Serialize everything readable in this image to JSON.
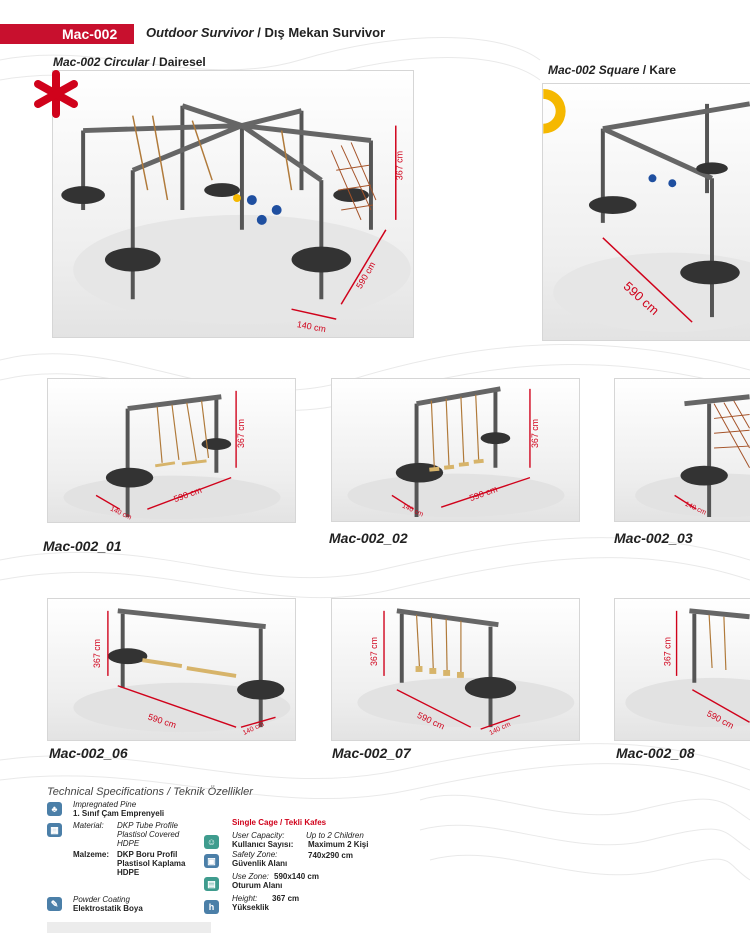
{
  "header": {
    "code": "Mac-002",
    "title_italic": "Outdoor Survivor",
    "separator": "/",
    "title_plain": "Dış Mekan Survivor"
  },
  "views": {
    "circular": {
      "label_italic": "Mac-002 Circular",
      "label_plain": "/ Dairesel",
      "height_dim": "367 cm",
      "width_dim": "590 cm",
      "depth_dim": "140 cm"
    },
    "square": {
      "label_italic": "Mac-002 Square",
      "label_plain": "/ Kare",
      "width_dim": "590 cm"
    }
  },
  "variants": [
    {
      "label": "Mac-002_01",
      "height_dim": "367 cm",
      "width_dim": "590 cm",
      "depth_dim": "140 cm"
    },
    {
      "label": "Mac-002_02",
      "height_dim": "367 cm",
      "width_dim": "590 cm",
      "depth_dim": "140 cm"
    },
    {
      "label": "Mac-002_03",
      "height_dim": "",
      "width_dim": "",
      "depth_dim": "140 cm"
    },
    {
      "label": "Mac-002_06",
      "height_dim": "367 cm",
      "width_dim": "590 cm",
      "depth_dim": "140 cm"
    },
    {
      "label": "Mac-002_07",
      "height_dim": "367 cm",
      "width_dim": "590 cm",
      "depth_dim": "140 cm"
    },
    {
      "label": "Mac-002_08",
      "height_dim": "367 cm",
      "width_dim": "590 cm",
      "depth_dim": ""
    }
  ],
  "specs": {
    "title_en": "Technical Specifications",
    "title_sep": "/",
    "title_tr": "Teknik Özellikler",
    "wood_en": "Impregnated Pine",
    "wood_tr": "1. Sınıf Çam Emprenyeli",
    "material_label_en": "Material:",
    "material_en_1": "DKP Tube Profile",
    "material_en_2": "Plastisol Covered",
    "material_en_3": "HDPE",
    "material_label_tr": "Malzeme:",
    "material_tr_1": "DKP Boru Profil",
    "material_tr_2": "Plastisol Kaplama",
    "material_tr_3": "HDPE",
    "coating_en": "Powder Coating",
    "coating_tr": "Elektrostatik Boya",
    "cage": "Single Cage / Tekli Kafes",
    "capacity_label_en": "User Capacity:",
    "capacity_en": "Up to 2 Children",
    "capacity_label_tr": "Kullanıcı Sayısı:",
    "capacity_tr": "Maximum 2 Kişi",
    "safety_label_en": "Safety Zone:",
    "safety_value": "740x290 cm",
    "safety_label_tr": "Güvenlik Alanı",
    "use_label_en": "Use Zone:",
    "use_value": "590x140 cm",
    "use_label_tr": "Oturum Alanı",
    "height_label_en": "Height:",
    "height_value": "367 cm",
    "height_label_tr": "Yükseklik"
  },
  "colors": {
    "brand_red": "#c8102e",
    "accent_yellow": "#f5b800",
    "icon_blue": "#4b7fa8",
    "dimension_red": "#d0021b"
  },
  "icons": [
    "asterisk-icon",
    "pine-icon",
    "material-icon",
    "coating-icon",
    "capacity-icon",
    "safety-zone-icon",
    "use-zone-icon",
    "height-icon"
  ]
}
